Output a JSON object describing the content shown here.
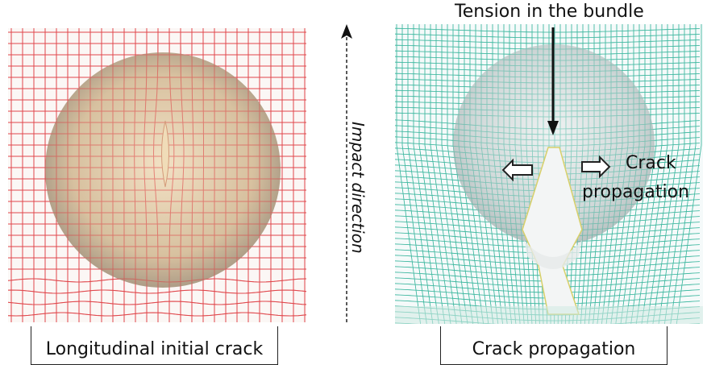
{
  "left_panel": {
    "caption": "Longitudinal initial crack",
    "mesh_color": "#e0454a",
    "sphere_color": "#cdb392"
  },
  "middle": {
    "impact_label": "Impact direction"
  },
  "right_panel": {
    "caption": "Crack propagation",
    "tension_label": "Tension in the bundle",
    "crack_label_line1": "Crack",
    "crack_label_line2": "propagation",
    "mesh_color": "#3fb8a0",
    "sphere_color": "#c9d3d3"
  }
}
